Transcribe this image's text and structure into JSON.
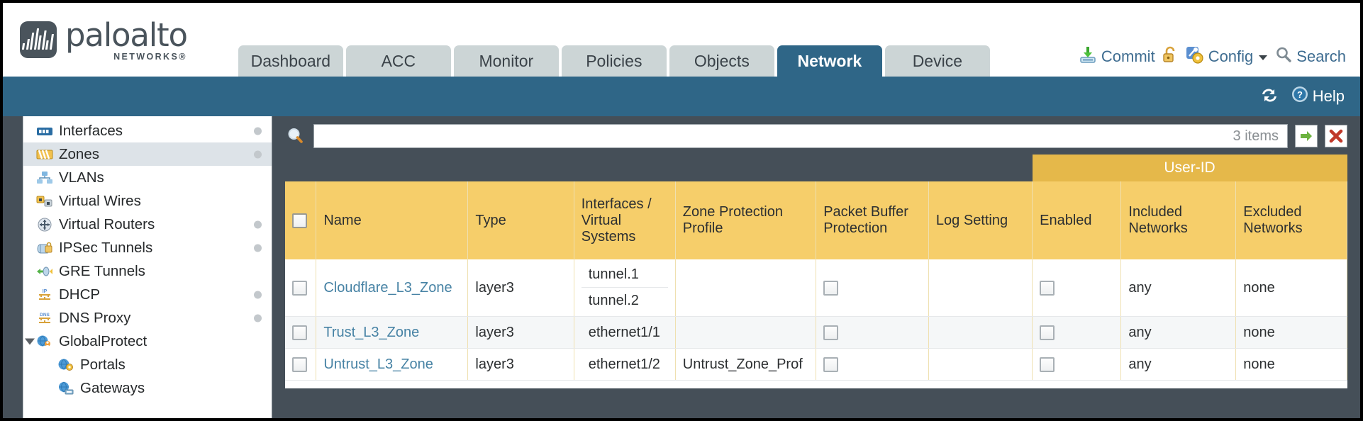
{
  "brand": {
    "name": "paloalto",
    "tagline": "NETWORKS®",
    "logo_icon": "paloalto-bars-logo"
  },
  "colors": {
    "tab_active_bg": "#2f6687",
    "tab_inactive_bg": "#ccd5d6",
    "header_band": "#2f6687",
    "page_bg": "#454f58",
    "table_header": "#f6ce6a",
    "table_group_header": "#e5b84a",
    "link": "#4682a4"
  },
  "nav": {
    "tabs": [
      {
        "label": "Dashboard",
        "active": false
      },
      {
        "label": "ACC",
        "active": false
      },
      {
        "label": "Monitor",
        "active": false
      },
      {
        "label": "Policies",
        "active": false
      },
      {
        "label": "Objects",
        "active": false
      },
      {
        "label": "Network",
        "active": true
      },
      {
        "label": "Device",
        "active": false
      }
    ]
  },
  "top_actions": [
    {
      "label": "Commit",
      "icon": "commit-save-icon"
    },
    {
      "label": "",
      "icon": "unlock-padlock-icon"
    },
    {
      "label": "Config",
      "icon": "config-key-icon",
      "has_dropdown": true
    },
    {
      "label": "Search",
      "icon": "search-magnifier-icon"
    }
  ],
  "bluebar": {
    "refresh_icon": "refresh-icon",
    "help_label": "Help",
    "help_icon": "help-question-icon"
  },
  "sidebar": {
    "items": [
      {
        "label": "Interfaces",
        "icon": "interfaces-icon",
        "dot": true,
        "selected": false,
        "child": false,
        "caret": false
      },
      {
        "label": "Zones",
        "icon": "zones-icon",
        "dot": true,
        "selected": true,
        "child": false,
        "caret": false
      },
      {
        "label": "VLANs",
        "icon": "vlans-icon",
        "dot": false,
        "selected": false,
        "child": false,
        "caret": false
      },
      {
        "label": "Virtual Wires",
        "icon": "virtual-wires-icon",
        "dot": false,
        "selected": false,
        "child": false,
        "caret": false
      },
      {
        "label": "Virtual Routers",
        "icon": "virtual-routers-icon",
        "dot": true,
        "selected": false,
        "child": false,
        "caret": false
      },
      {
        "label": "IPSec Tunnels",
        "icon": "ipsec-tunnels-icon",
        "dot": true,
        "selected": false,
        "child": false,
        "caret": false
      },
      {
        "label": "GRE Tunnels",
        "icon": "gre-tunnels-icon",
        "dot": false,
        "selected": false,
        "child": false,
        "caret": false
      },
      {
        "label": "DHCP",
        "icon": "dhcp-icon",
        "dot": true,
        "selected": false,
        "child": false,
        "caret": false
      },
      {
        "label": "DNS Proxy",
        "icon": "dns-proxy-icon",
        "dot": true,
        "selected": false,
        "child": false,
        "caret": false
      },
      {
        "label": "GlobalProtect",
        "icon": "globalprotect-icon",
        "dot": false,
        "selected": false,
        "child": false,
        "caret": true
      },
      {
        "label": "Portals",
        "icon": "portals-icon",
        "dot": false,
        "selected": false,
        "child": true,
        "caret": false
      },
      {
        "label": "Gateways",
        "icon": "gateways-icon",
        "dot": false,
        "selected": false,
        "child": true,
        "caret": false
      }
    ]
  },
  "search": {
    "value": "",
    "placeholder": "",
    "item_count": "3 items",
    "apply_icon": "green-arrow-apply-icon",
    "clear_icon": "red-x-clear-icon",
    "magnifier_icon": "search-magnifier-icon"
  },
  "table": {
    "group_headers": [
      {
        "label": "User-ID",
        "span": 3
      }
    ],
    "columns": [
      "Name",
      "Type",
      "Interfaces / Virtual Systems",
      "Zone Protection Profile",
      "Packet Buffer Protection",
      "Log Setting",
      "Enabled",
      "Included Networks",
      "Excluded Networks"
    ],
    "rows": [
      {
        "selected": false,
        "name": "Cloudflare_L3_Zone",
        "type": "layer3",
        "interfaces": [
          "tunnel.1",
          "tunnel.2"
        ],
        "zone_protection_profile": "",
        "packet_buffer_protection": false,
        "log_setting": "",
        "userid_enabled": false,
        "included_networks": "any",
        "excluded_networks": "none"
      },
      {
        "selected": false,
        "name": "Trust_L3_Zone",
        "type": "layer3",
        "interfaces": [
          "ethernet1/1"
        ],
        "zone_protection_profile": "",
        "packet_buffer_protection": false,
        "log_setting": "",
        "userid_enabled": false,
        "included_networks": "any",
        "excluded_networks": "none"
      },
      {
        "selected": false,
        "name": "Untrust_L3_Zone",
        "type": "layer3",
        "interfaces": [
          "ethernet1/2"
        ],
        "zone_protection_profile": "Untrust_Zone_Prof",
        "packet_buffer_protection": false,
        "log_setting": "",
        "userid_enabled": false,
        "included_networks": "any",
        "excluded_networks": "none"
      }
    ]
  }
}
